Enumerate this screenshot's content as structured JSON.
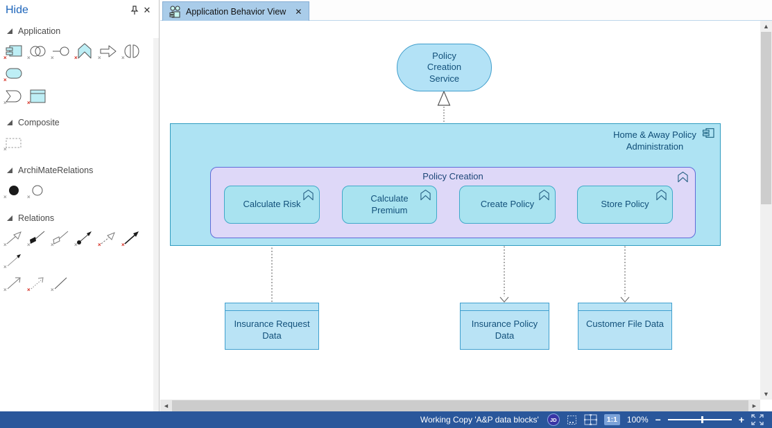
{
  "palette": {
    "title": "Hide",
    "header_icons": [
      "pin-icon",
      "close-icon"
    ],
    "sections": [
      {
        "label": "Application",
        "icons": [
          "application-component",
          "application-collaboration",
          "application-interface",
          "application-function",
          "application-process",
          "application-interaction",
          "application-service",
          "application-event",
          "data-object"
        ]
      },
      {
        "label": "Composite",
        "icons": [
          "grouping"
        ]
      },
      {
        "label": "ArchiMateRelations",
        "icons": [
          "junction",
          "or-junction"
        ]
      },
      {
        "label": "Relations",
        "icons": [
          "specialization",
          "composition",
          "aggregation",
          "assignment",
          "realization",
          "triggering",
          "serving",
          "flow",
          "access",
          "association"
        ]
      }
    ]
  },
  "tab": {
    "label": "Application Behavior View",
    "close": "✕",
    "icon": "application-view-icon"
  },
  "diagram": {
    "service": {
      "label": "Policy Creation Service"
    },
    "container": {
      "label": "Home & Away Policy Administration",
      "badge": "component-icon"
    },
    "group": {
      "label": "Policy Creation",
      "badge": "function-chevron-icon"
    },
    "functions": [
      "Calculate Risk",
      "Calculate Premium",
      "Create Policy",
      "Store Policy"
    ],
    "data_objects": [
      "Insurance Request Data",
      "Insurance Policy Data",
      "Customer File Data"
    ],
    "relations": [
      {
        "type": "realization",
        "from": "Home & Away Policy Administration",
        "to": "Policy Creation Service"
      },
      {
        "type": "triggering",
        "from": "Calculate Risk",
        "to": "Calculate Premium"
      },
      {
        "type": "triggering",
        "from": "Calculate Premium",
        "to": "Create Policy"
      },
      {
        "type": "triggering",
        "from": "Create Policy",
        "to": "Store Policy"
      },
      {
        "type": "access",
        "from": "Insurance Request Data",
        "to": "Calculate Risk"
      },
      {
        "type": "access",
        "from": "Create Policy",
        "to": "Insurance Policy Data"
      },
      {
        "type": "access",
        "from": "Store Policy",
        "to": "Customer File Data"
      }
    ]
  },
  "statusbar": {
    "working_copy": "Working Copy 'A&P data blocks'",
    "avatar": "JD",
    "ratio": "1:1",
    "zoom_percent": "100%",
    "minus": "−",
    "plus": "+"
  },
  "colors": {
    "node_fill": "#aee3f3",
    "node_border": "#3fa0c8",
    "group_fill": "#ded8f8",
    "group_border": "#5f6bd8",
    "node_text": "#12507a",
    "tab_bg": "#a9cce9",
    "statusbar_bg": "#2a579b",
    "palette_title": "#1c64ba"
  }
}
